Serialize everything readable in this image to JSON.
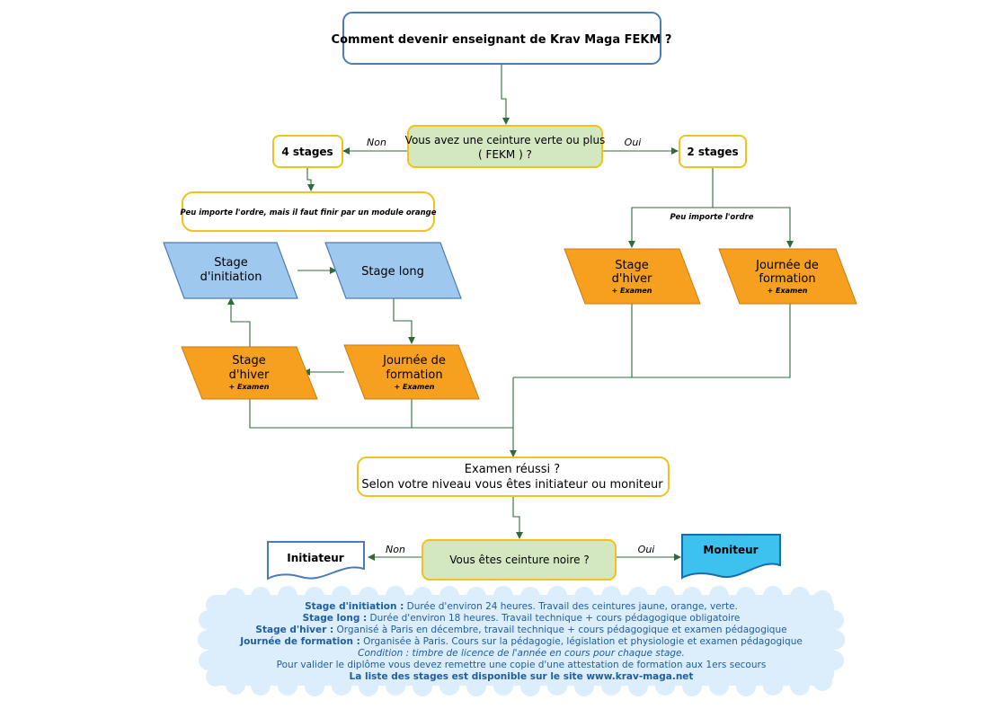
{
  "title": "Comment devenir enseignant de Krav Maga FEKM ?",
  "question1": {
    "line1": "Vous avez une ceinture verte ou plus",
    "line2": "( FEKM ) ?"
  },
  "edge_non_1": "Non",
  "edge_oui_1": "Oui",
  "left_branch": {
    "stages_count": "4 stages",
    "order_note": "Peu importe l'ordre, mais il faut finir par un module orange",
    "initiation": {
      "line1": "Stage",
      "line2": "d'initiation"
    },
    "long": "Stage long",
    "journee": {
      "line1": "Journée de",
      "line2": "formation",
      "exam": "+ Examen"
    },
    "hiver": {
      "line1": "Stage",
      "line2": "d'hiver",
      "exam": "+ Examen"
    }
  },
  "right_branch": {
    "stages_count": "2 stages",
    "order_note": "Peu importe l'ordre",
    "hiver": {
      "line1": "Stage",
      "line2": "d'hiver",
      "exam": "+ Examen"
    },
    "journee": {
      "line1": "Journée de",
      "line2": "formation",
      "exam": "+ Examen"
    }
  },
  "exam_box": {
    "line1": "Examen réussi ?",
    "line2": "Selon votre niveau vous êtes initiateur ou moniteur"
  },
  "question2": "Vous êtes ceinture noire ?",
  "edge_non_2": "Non",
  "edge_oui_2": "Oui",
  "initiateur": "Initiateur",
  "moniteur": "Moniteur",
  "notes": {
    "l1_b": "Stage d'initiation :",
    "l1_t": " Durée d'environ 24 heures. Travail des ceintures jaune, orange, verte.",
    "l2_b": "Stage long :",
    "l2_t": " Durée d'environ 18 heures. Travail technique + cours pédagogique obligatoire",
    "l3_b": "Stage d'hiver :",
    "l3_t": " Organisé à Paris en décembre, travail technique + cours pédagogique et examen pédagogique",
    "l4_b": "Journée de formation :",
    "l4_t": " Organisée à Paris. Cours sur la pédagogie, législation et physiologie et examen pédagogique",
    "l5_a": "Condition :",
    "l5_b": " timbre de licence de l'année en cours pour chaque stage.",
    "l6": "Pour valider le diplôme vous devez remettre une copie d'une attestation de formation aux 1ers secours",
    "l7": "La liste des stages est disponible sur le site www.krav-maga.net"
  },
  "colors": {
    "blue_fill": "#9ec8ee",
    "blue_stroke": "#4a7db5",
    "orange_fill": "#f7a01f",
    "yellow_stroke": "#f2c21b",
    "green_fill": "#d3e8c1",
    "cyan_fill": "#3dc2f0",
    "arrow": "#2f6b3a",
    "note_bg": "#dcedfb",
    "note_text": "#1f5fa0"
  }
}
